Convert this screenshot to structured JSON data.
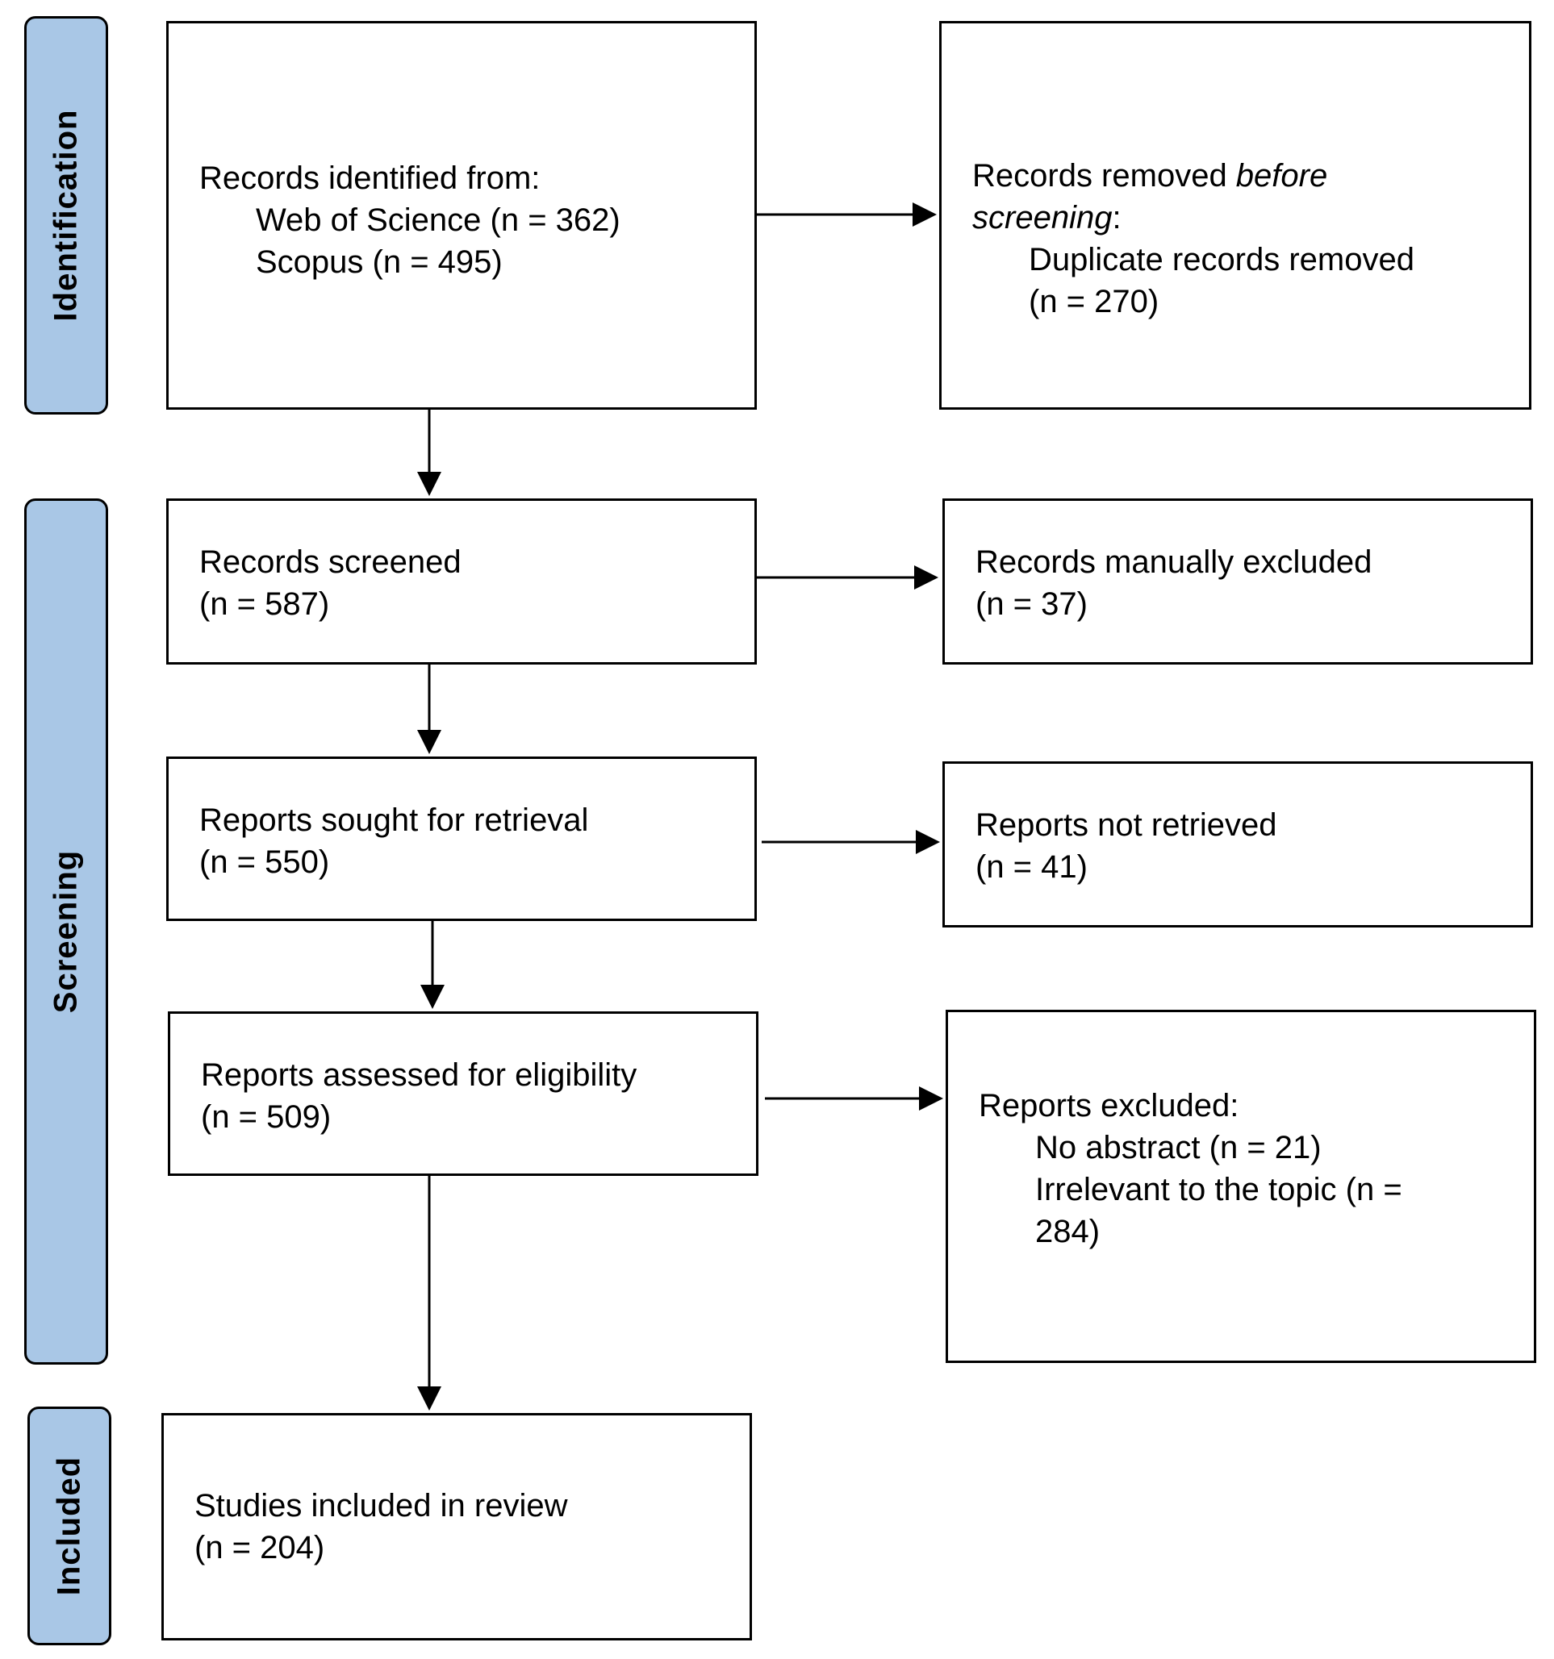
{
  "phases": {
    "identification": "Identification",
    "screening": "Screening",
    "included": "Included"
  },
  "boxes": {
    "identified": {
      "heading": "Records identified from:",
      "sources": [
        "Web of Science (n = 362)",
        "Scopus (n = 495)"
      ]
    },
    "removed": {
      "heading_pre": "Records removed ",
      "heading_em1": "before",
      "heading_em2": "screening",
      "heading_post": ":",
      "line1": "Duplicate records removed",
      "line2": "(n = 270)"
    },
    "screened": {
      "label": "Records screened",
      "count": "(n = 587)"
    },
    "manually_excluded": {
      "label": "Records manually excluded",
      "count": "(n = 37)"
    },
    "sought": {
      "label": "Reports sought for retrieval",
      "count": "(n = 550)"
    },
    "not_retrieved": {
      "label": "Reports not retrieved",
      "count": "(n = 41)"
    },
    "assessed": {
      "label": "Reports assessed for eligibility",
      "count": "(n = 509)"
    },
    "excluded": {
      "heading": "Reports excluded:",
      "reasons": [
        "No abstract (n = 21)",
        "Irrelevant to the topic (n =",
        "284)"
      ]
    },
    "included": {
      "label": "Studies included in review",
      "count": "(n = 204)"
    }
  }
}
